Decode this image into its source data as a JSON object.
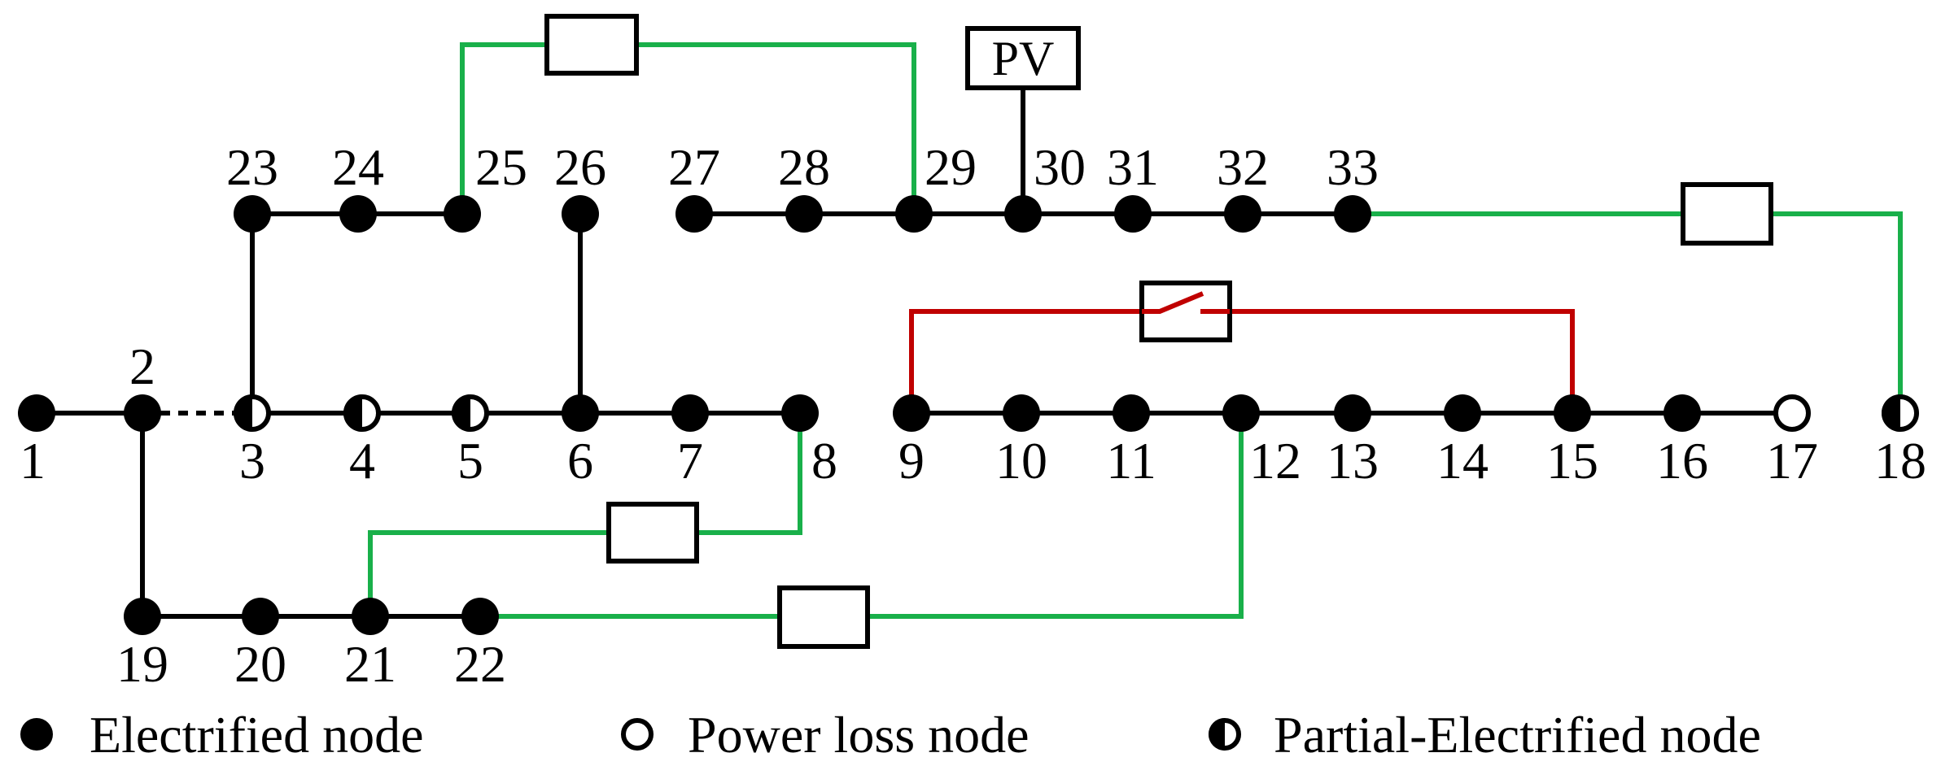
{
  "colors": {
    "line": "#000000",
    "tie_line": "#19b04a",
    "closed_switch_line": "#c00000",
    "background": "#ffffff"
  },
  "nodes": [
    {
      "id": "1",
      "state": "electrified"
    },
    {
      "id": "2",
      "state": "electrified"
    },
    {
      "id": "3",
      "state": "partial"
    },
    {
      "id": "4",
      "state": "partial"
    },
    {
      "id": "5",
      "state": "partial"
    },
    {
      "id": "6",
      "state": "electrified"
    },
    {
      "id": "7",
      "state": "electrified"
    },
    {
      "id": "8",
      "state": "electrified"
    },
    {
      "id": "9",
      "state": "electrified"
    },
    {
      "id": "10",
      "state": "electrified"
    },
    {
      "id": "11",
      "state": "electrified"
    },
    {
      "id": "12",
      "state": "electrified"
    },
    {
      "id": "13",
      "state": "electrified"
    },
    {
      "id": "14",
      "state": "electrified"
    },
    {
      "id": "15",
      "state": "electrified"
    },
    {
      "id": "16",
      "state": "electrified"
    },
    {
      "id": "17",
      "state": "power-loss"
    },
    {
      "id": "18",
      "state": "partial"
    },
    {
      "id": "19",
      "state": "electrified"
    },
    {
      "id": "20",
      "state": "electrified"
    },
    {
      "id": "21",
      "state": "electrified"
    },
    {
      "id": "22",
      "state": "electrified"
    },
    {
      "id": "23",
      "state": "electrified"
    },
    {
      "id": "24",
      "state": "electrified"
    },
    {
      "id": "25",
      "state": "electrified"
    },
    {
      "id": "26",
      "state": "electrified"
    },
    {
      "id": "27",
      "state": "electrified"
    },
    {
      "id": "28",
      "state": "electrified"
    },
    {
      "id": "29",
      "state": "electrified"
    },
    {
      "id": "30",
      "state": "electrified"
    },
    {
      "id": "31",
      "state": "electrified"
    },
    {
      "id": "32",
      "state": "electrified"
    },
    {
      "id": "33",
      "state": "electrified"
    }
  ],
  "branches": [
    {
      "from": "1",
      "to": "2",
      "style": "solid"
    },
    {
      "from": "2",
      "to": "3",
      "style": "dashed"
    },
    {
      "from": "3",
      "to": "4",
      "style": "solid"
    },
    {
      "from": "4",
      "to": "5",
      "style": "solid"
    },
    {
      "from": "5",
      "to": "6",
      "style": "solid"
    },
    {
      "from": "6",
      "to": "7",
      "style": "solid"
    },
    {
      "from": "7",
      "to": "8",
      "style": "solid"
    },
    {
      "from": "9",
      "to": "10",
      "style": "solid"
    },
    {
      "from": "10",
      "to": "11",
      "style": "solid"
    },
    {
      "from": "11",
      "to": "12",
      "style": "solid"
    },
    {
      "from": "12",
      "to": "13",
      "style": "solid"
    },
    {
      "from": "13",
      "to": "14",
      "style": "solid"
    },
    {
      "from": "14",
      "to": "15",
      "style": "solid"
    },
    {
      "from": "15",
      "to": "16",
      "style": "solid"
    },
    {
      "from": "16",
      "to": "17",
      "style": "solid"
    },
    {
      "from": "2",
      "to": "19",
      "style": "solid"
    },
    {
      "from": "19",
      "to": "20",
      "style": "solid"
    },
    {
      "from": "20",
      "to": "21",
      "style": "solid"
    },
    {
      "from": "21",
      "to": "22",
      "style": "solid"
    },
    {
      "from": "3",
      "to": "23",
      "style": "solid"
    },
    {
      "from": "23",
      "to": "24",
      "style": "solid"
    },
    {
      "from": "24",
      "to": "25",
      "style": "solid"
    },
    {
      "from": "6",
      "to": "26",
      "style": "solid"
    },
    {
      "from": "27",
      "to": "28",
      "style": "solid"
    },
    {
      "from": "28",
      "to": "29",
      "style": "solid"
    },
    {
      "from": "29",
      "to": "30",
      "style": "solid"
    },
    {
      "from": "30",
      "to": "31",
      "style": "solid"
    },
    {
      "from": "31",
      "to": "32",
      "style": "solid"
    },
    {
      "from": "32",
      "to": "33",
      "style": "solid"
    }
  ],
  "tie_lines": [
    {
      "from": "25",
      "to": "29",
      "kind": "open"
    },
    {
      "from": "33",
      "to": "18",
      "kind": "open"
    },
    {
      "from": "8",
      "to": "21",
      "kind": "open"
    },
    {
      "from": "12",
      "to": "22",
      "kind": "open"
    },
    {
      "from": "9",
      "to": "15",
      "kind": "closed-switch"
    }
  ],
  "pv": {
    "label": "PV",
    "attached_to": "30"
  },
  "legend": [
    {
      "symbol": "electrified",
      "label": "Electrified node"
    },
    {
      "symbol": "power-loss",
      "label": "Power loss node"
    },
    {
      "symbol": "partial",
      "label": "Partial-Electrified node"
    }
  ]
}
